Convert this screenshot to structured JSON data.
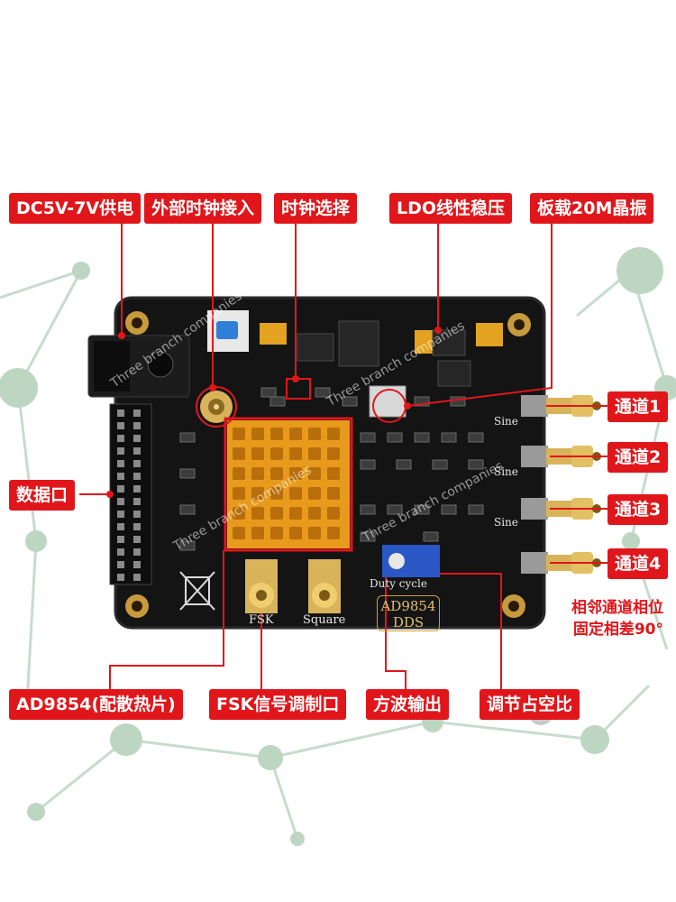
{
  "callouts": {
    "power": "DC5V-7V供电",
    "ext_clock": "外部时钟接入",
    "clock_select": "时钟选择",
    "ldo": "LDO线性稳压",
    "crystal": "板载20M晶振",
    "data_port": "数据口",
    "ch1": "通道1",
    "ch2": "通道2",
    "ch3": "通道3",
    "ch4": "通道4",
    "ad9854": "AD9854(配散热片)",
    "fsk": "FSK信号调制口",
    "square": "方波输出",
    "duty": "调节占空比"
  },
  "phase_note": {
    "line1": "相邻通道相位",
    "line2": "固定相差90°"
  },
  "silkscreen": {
    "chip_line1": "AD9854",
    "chip_line2": "DDS",
    "sine": "Sine",
    "fsk": "FSK",
    "square": "Square",
    "duty_cycle": "Duty cycle"
  },
  "watermark": "Three branch companies",
  "colors": {
    "accent": "#e0161b",
    "board": "#141414",
    "heatsink": "#e89a1c",
    "gold": "#d8b35a"
  }
}
